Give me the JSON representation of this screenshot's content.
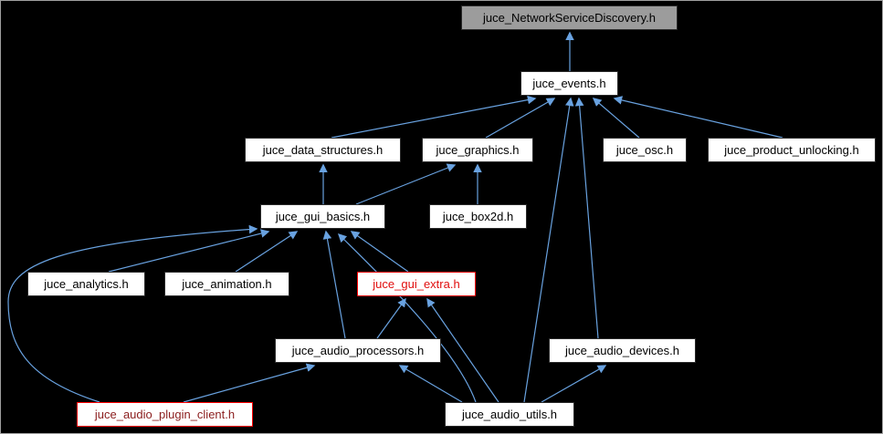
{
  "graph": {
    "nodes": {
      "network_service_discovery": {
        "label": "juce_NetworkServiceDiscovery.h",
        "type": "current"
      },
      "events": {
        "label": "juce_events.h"
      },
      "data_structures": {
        "label": "juce_data_structures.h"
      },
      "graphics": {
        "label": "juce_graphics.h"
      },
      "osc": {
        "label": "juce_osc.h"
      },
      "product_unlocking": {
        "label": "juce_product_unlocking.h"
      },
      "gui_basics": {
        "label": "juce_gui_basics.h"
      },
      "box2d": {
        "label": "juce_box2d.h"
      },
      "analytics": {
        "label": "juce_analytics.h"
      },
      "animation": {
        "label": "juce_animation.h"
      },
      "gui_extra": {
        "label": "juce_gui_extra.h",
        "type": "highlighted"
      },
      "audio_processors": {
        "label": "juce_audio_processors.h"
      },
      "audio_devices": {
        "label": "juce_audio_devices.h"
      },
      "audio_plugin_client": {
        "label": "juce_audio_plugin_client.h",
        "type": "highlighted"
      },
      "audio_utils": {
        "label": "juce_audio_utils.h"
      }
    },
    "edges": [
      {
        "from": "juce_events.h",
        "to": "juce_NetworkServiceDiscovery.h"
      },
      {
        "from": "juce_data_structures.h",
        "to": "juce_events.h"
      },
      {
        "from": "juce_graphics.h",
        "to": "juce_events.h"
      },
      {
        "from": "juce_osc.h",
        "to": "juce_events.h"
      },
      {
        "from": "juce_product_unlocking.h",
        "to": "juce_events.h"
      },
      {
        "from": "juce_audio_devices.h",
        "to": "juce_events.h"
      },
      {
        "from": "juce_audio_utils.h",
        "to": "juce_events.h"
      },
      {
        "from": "juce_gui_basics.h",
        "to": "juce_data_structures.h"
      },
      {
        "from": "juce_gui_basics.h",
        "to": "juce_graphics.h"
      },
      {
        "from": "juce_box2d.h",
        "to": "juce_graphics.h"
      },
      {
        "from": "juce_analytics.h",
        "to": "juce_gui_basics.h"
      },
      {
        "from": "juce_animation.h",
        "to": "juce_gui_basics.h"
      },
      {
        "from": "juce_gui_extra.h",
        "to": "juce_gui_basics.h"
      },
      {
        "from": "juce_audio_processors.h",
        "to": "juce_gui_basics.h"
      },
      {
        "from": "juce_audio_utils.h",
        "to": "juce_gui_basics.h"
      },
      {
        "from": "juce_audio_plugin_client.h",
        "to": "juce_gui_basics.h"
      },
      {
        "from": "juce_audio_processors.h",
        "to": "juce_gui_extra.h"
      },
      {
        "from": "juce_audio_utils.h",
        "to": "juce_gui_extra.h"
      },
      {
        "from": "juce_audio_plugin_client.h",
        "to": "juce_audio_processors.h"
      },
      {
        "from": "juce_audio_utils.h",
        "to": "juce_audio_processors.h"
      },
      {
        "from": "juce_audio_utils.h",
        "to": "juce_audio_devices.h"
      }
    ]
  },
  "colors": {
    "background": "#000000",
    "frame": "#a0a0a0",
    "node-fill": "#ffffff",
    "node-border": "#2a2a2a",
    "node-text": "#000000",
    "current-fill": "#9c9c9c",
    "highlight-border": "#ff0000",
    "highlight-text": "#e10e0e",
    "highlight-text-dark": "#8b1d1d",
    "edge-color": "#69a2e0"
  }
}
